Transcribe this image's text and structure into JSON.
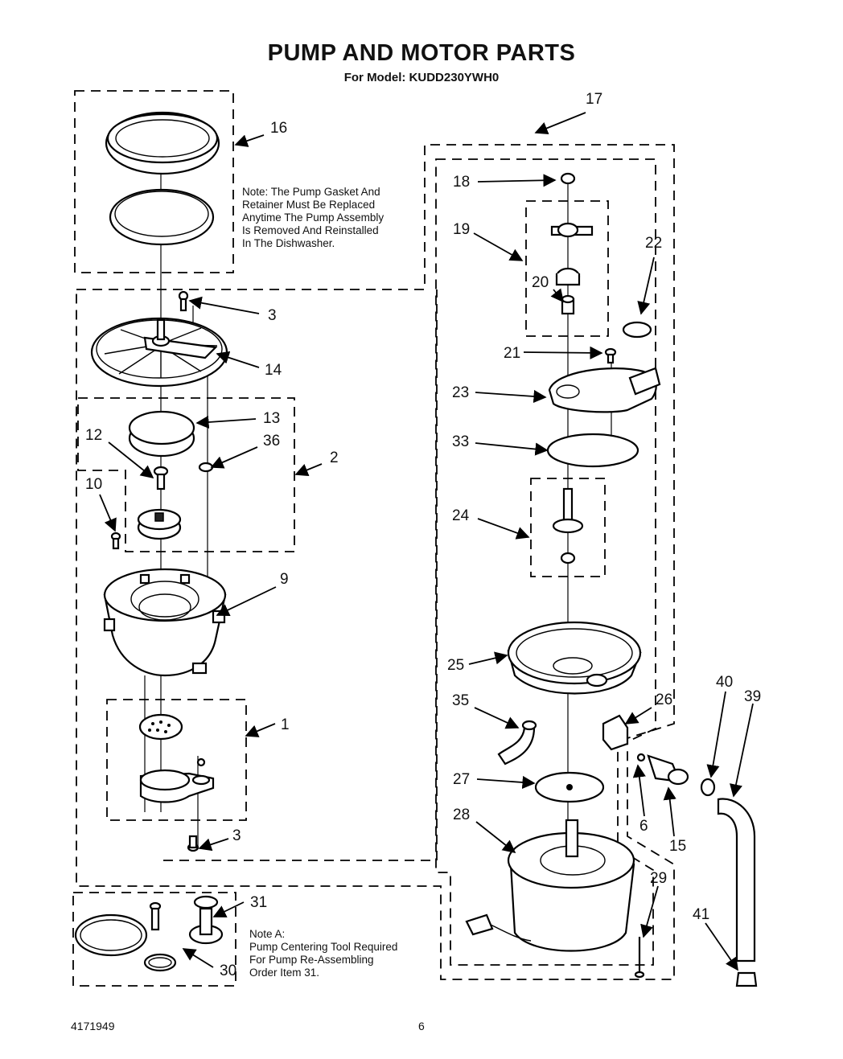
{
  "header": {
    "title": "PUMP AND MOTOR PARTS",
    "subtitle": "For Model: KUDD230YWH0"
  },
  "notes": {
    "gasket_note": "Note: The Pump Gasket    And\nRetainer Must Be Replaced\nAnytime The Pump Assembly\nIs  Removed And Reinstalled\nIn The Dishwasher.",
    "note_a": "Note A:\nPump Centering Tool Required\nFor Pump Re-Assembling\nOrder Item 31."
  },
  "footer": {
    "doc_number": "4171949",
    "page_number": "6"
  },
  "callouts": [
    "16",
    "3",
    "14",
    "13",
    "12",
    "36",
    "2",
    "10",
    "9",
    "1",
    "3",
    "31",
    "30",
    "17",
    "18",
    "19",
    "20",
    "22",
    "21",
    "23",
    "33",
    "24",
    "25",
    "35",
    "26",
    "27",
    "28",
    "29",
    "6",
    "15",
    "40",
    "39",
    "41"
  ]
}
